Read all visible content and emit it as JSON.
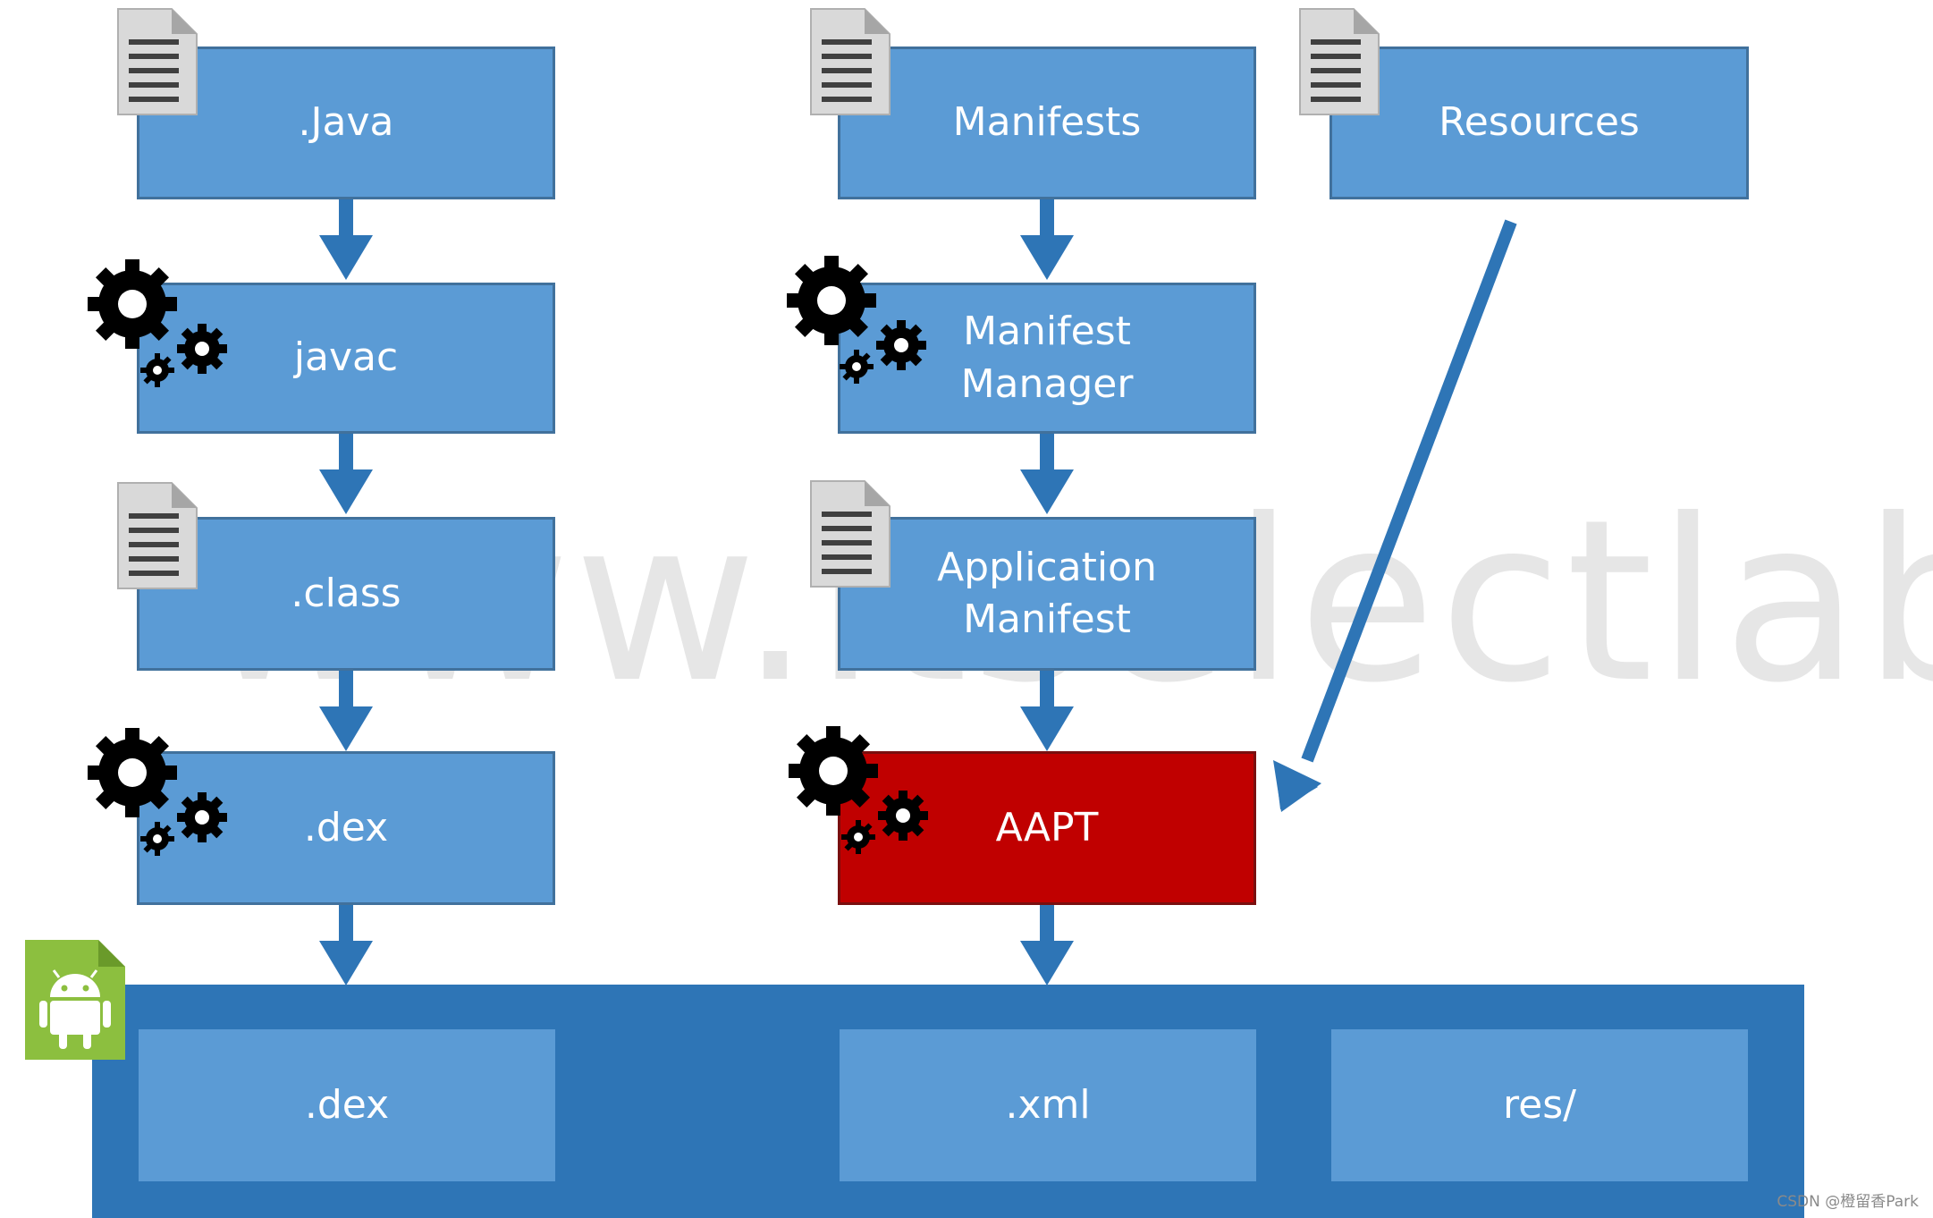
{
  "java_column": {
    "java": ".Java",
    "javac": "javac",
    "class": ".class",
    "dex": ".dex"
  },
  "manifest_column": {
    "manifests": "Manifests",
    "manifest_manager": "Manifest\nManager",
    "application_manifest": "Application\nManifest",
    "aapt": "AAPT"
  },
  "resources_column": {
    "resources": "Resources"
  },
  "apk": {
    "dex": ".dex",
    "xml": ".xml",
    "res": "res/"
  },
  "watermark": "www.itselectlab.com",
  "credit": "CSDN @橙留香Park",
  "colors": {
    "box_fill": "#5b9bd5",
    "box_border": "#41719c",
    "aapt_fill": "#c00000",
    "apk_panel": "#2e75b6",
    "arrow": "#2e75b6",
    "android_green": "#8cbf3f"
  },
  "icons": [
    "document-icon",
    "gears-icon",
    "android-apk-icon"
  ]
}
